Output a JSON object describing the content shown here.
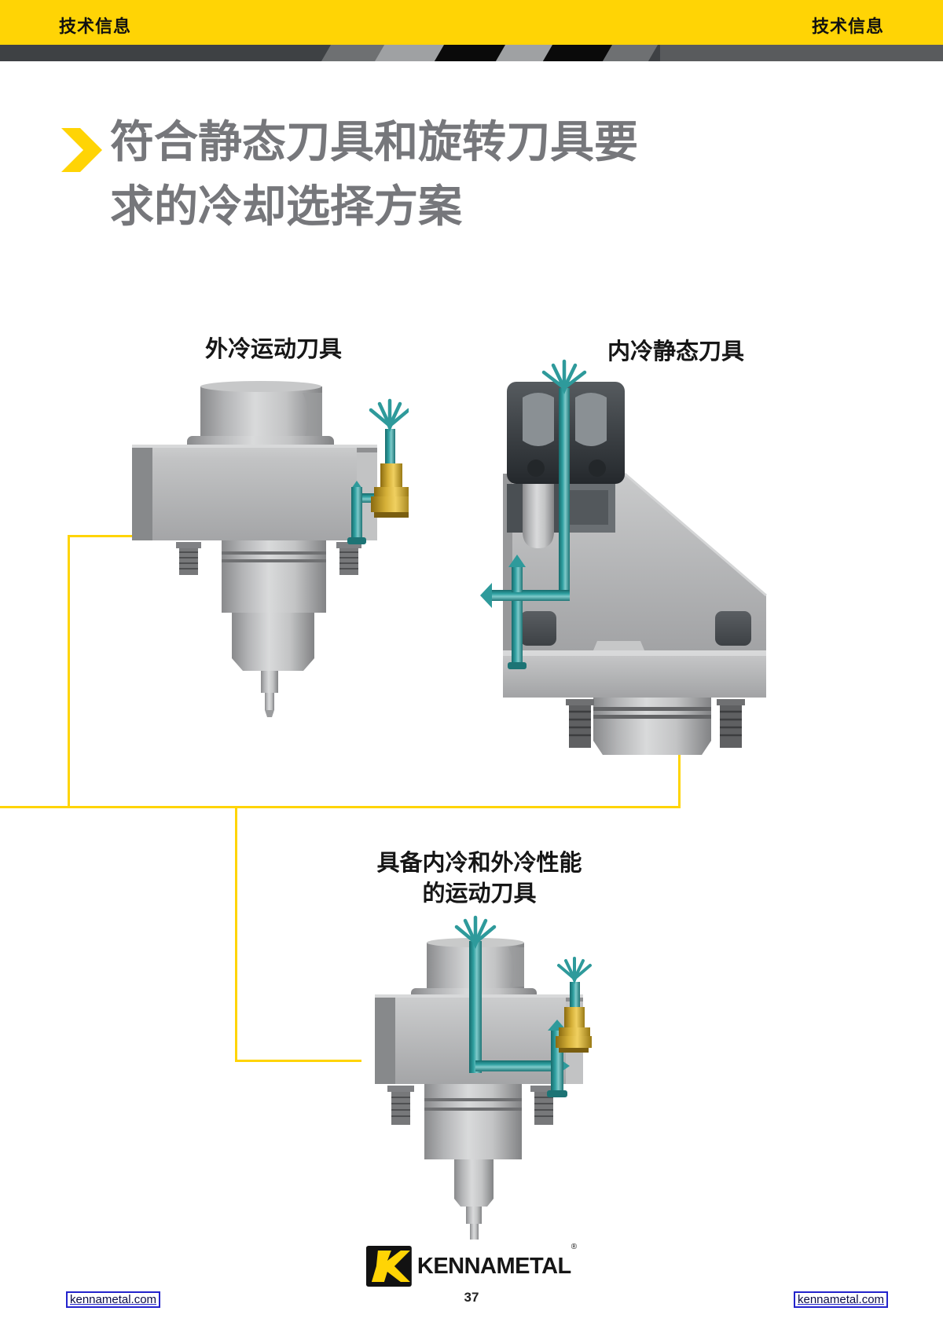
{
  "header": {
    "left_label": "技术信息",
    "right_label": "技术信息"
  },
  "title": {
    "line1": "符合静态刀具和旋转刀具要",
    "line2": "求的冷却选择方案"
  },
  "diagrams": {
    "top_left": {
      "label": "外冷运动刀具"
    },
    "top_right": {
      "label": "内冷静态刀具"
    },
    "bottom": {
      "label_line1": "具备内冷和外冷性能",
      "label_line2": "的运动刀具"
    }
  },
  "footer": {
    "brand": "KENNAMETAL",
    "registered_mark": "®",
    "page_number": "37",
    "left_link": "kennametal.com",
    "right_link": "kennametal.com"
  },
  "colors": {
    "header_yellow": "#FFD405",
    "connector_yellow": "#FFD405",
    "title_gray": "#76777B",
    "coolant_teal": "#2E9A9B",
    "brass_gold": "#D4AF37",
    "steel_gray": "#B9BABC",
    "link_blue": "#2323CC"
  }
}
